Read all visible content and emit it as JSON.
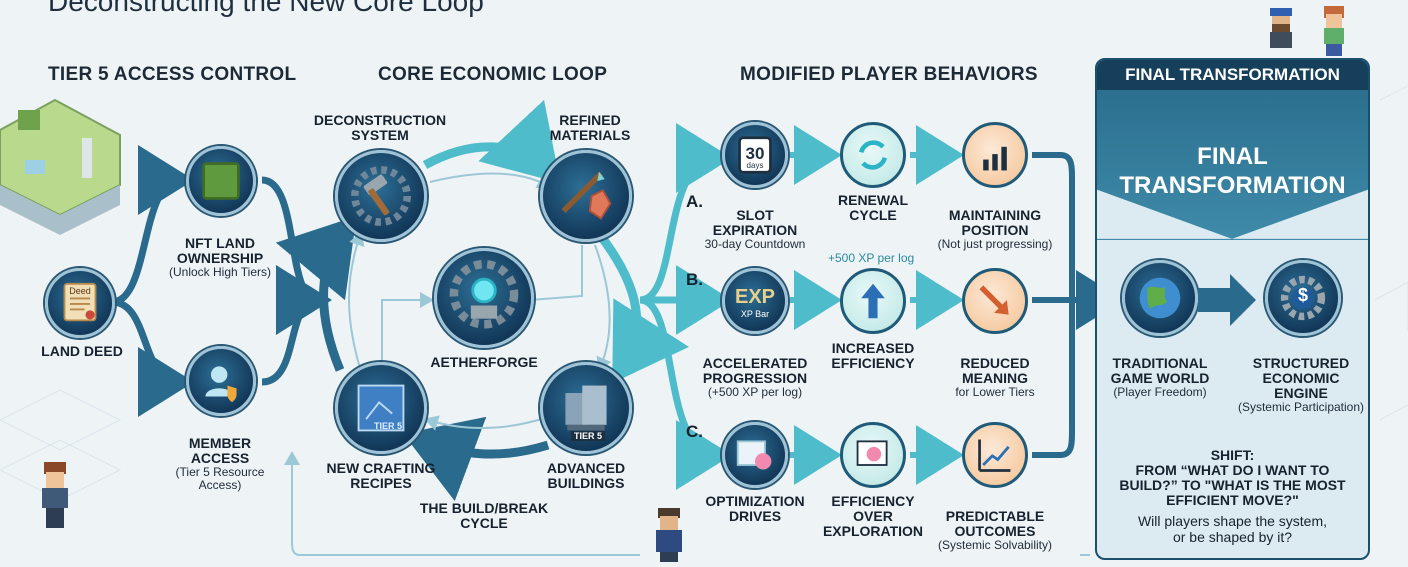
{
  "title": "Deconstructing the New Core Loop",
  "sections": {
    "access": "TIER 5 ACCESS CONTROL",
    "loop": "CORE ECONOMIC LOOP",
    "behaviors": "MODIFIED PLAYER BEHAVIORS",
    "final": "FINAL TRANSFORMATION"
  },
  "access": {
    "land_deed": {
      "label": "LAND DEED",
      "icon_text": "Deed"
    },
    "nft_land": {
      "label": "NFT LAND\nOWNERSHIP",
      "sub": "(Unlock High Tiers)"
    },
    "member": {
      "label": "MEMBER\nACCESS",
      "sub": "(Tier 5 Resource\nAccess)"
    }
  },
  "loop": {
    "deconstruction": "DECONSTRUCTION\nSYSTEM",
    "refined": "REFINED\nMATERIALS",
    "aetherforge": "AETHERFORGE",
    "recipes": "NEW CRAFTING\nRECIPES",
    "buildings": "ADVANCED\nBUILDINGS",
    "cycle": "THE BUILD/BREAK\nCYCLE",
    "recipes_badge": "TIER 5",
    "buildings_badge": "TIER 5"
  },
  "behaviors": {
    "a": {
      "letter": "A.",
      "n1": {
        "label": "SLOT\nEXPIRATION",
        "sub": "30-day Countdown",
        "icon_num": "30",
        "icon_unit": "days"
      },
      "n2": {
        "label": "RENEWAL\nCYCLE"
      },
      "n3": {
        "label": "MAINTAINING\nPOSITION",
        "sub": "(Not just progressing)"
      }
    },
    "b": {
      "letter": "B.",
      "note": "+500 XP per log",
      "n1": {
        "label": "ACCELERATED\nPROGRESSION",
        "sub": "(+500 XP per log)",
        "icon_main": "EXP",
        "icon_sub": "XP Bar"
      },
      "n2": {
        "label": "INCREASED\nEFFICIENCY"
      },
      "n3": {
        "label": "REDUCED\nMEANING",
        "sub": "for Lower Tiers"
      }
    },
    "c": {
      "letter": "C.",
      "n1": {
        "label": "OPTIMIZATION\nDRIVES"
      },
      "n2": {
        "label": "EFFICIENCY\nOVER\nEXPLORATION"
      },
      "n3": {
        "label": "PREDICTABLE\nOUTCOMES",
        "sub": "(Systemic Solvability)"
      }
    }
  },
  "final": {
    "header": "FINAL TRANSFORMATION",
    "banner": "FINAL\nTRANSFORMATION",
    "from": {
      "label": "TRADITIONAL\nGAME WORLD",
      "sub": "(Player Freedom)"
    },
    "to": {
      "label": "STRUCTURED\nECONOMIC\nENGINE",
      "sub": "(Systemic Participation)"
    },
    "shift_title": "SHIFT:\nFROM “WHAT DO I WANT TO\nBUILD?” TO \"WHAT IS THE MOST\nEFFICIENT MOVE?\"",
    "shift_question": "Will players shape the system,\nor be shaped by it?"
  },
  "colors": {
    "dark_blue": "#163f5b",
    "teal": "#47b8c4",
    "arrow": "#2a6a8c",
    "peach": "#f6cda6"
  }
}
